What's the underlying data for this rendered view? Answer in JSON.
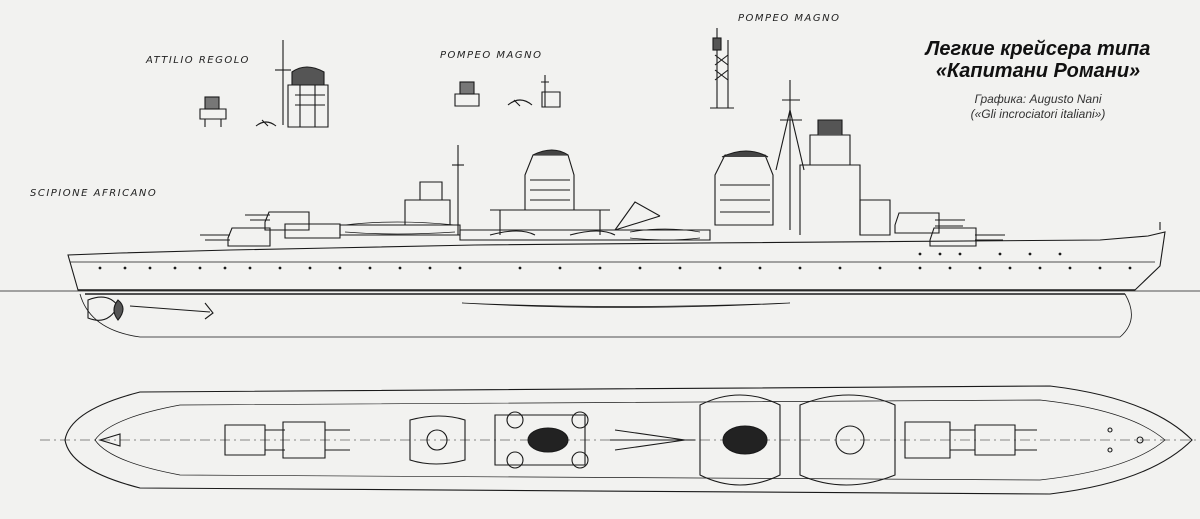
{
  "labels": {
    "attilio_regolo": "ATTILIO  REGOLO",
    "pompeo_magno_left": "POMPEO  MAGNO",
    "pompeo_magno_top": "POMPEO  MAGNO",
    "scipione_africano": "SCIPIONE  AFRICANO"
  },
  "title": {
    "line1": "Легкие крейсера типа",
    "line2": "«Капитани Романи»",
    "credit1": "Графика: Augusto Nani",
    "credit2": "(«Gli incrociatori italiani»)"
  }
}
